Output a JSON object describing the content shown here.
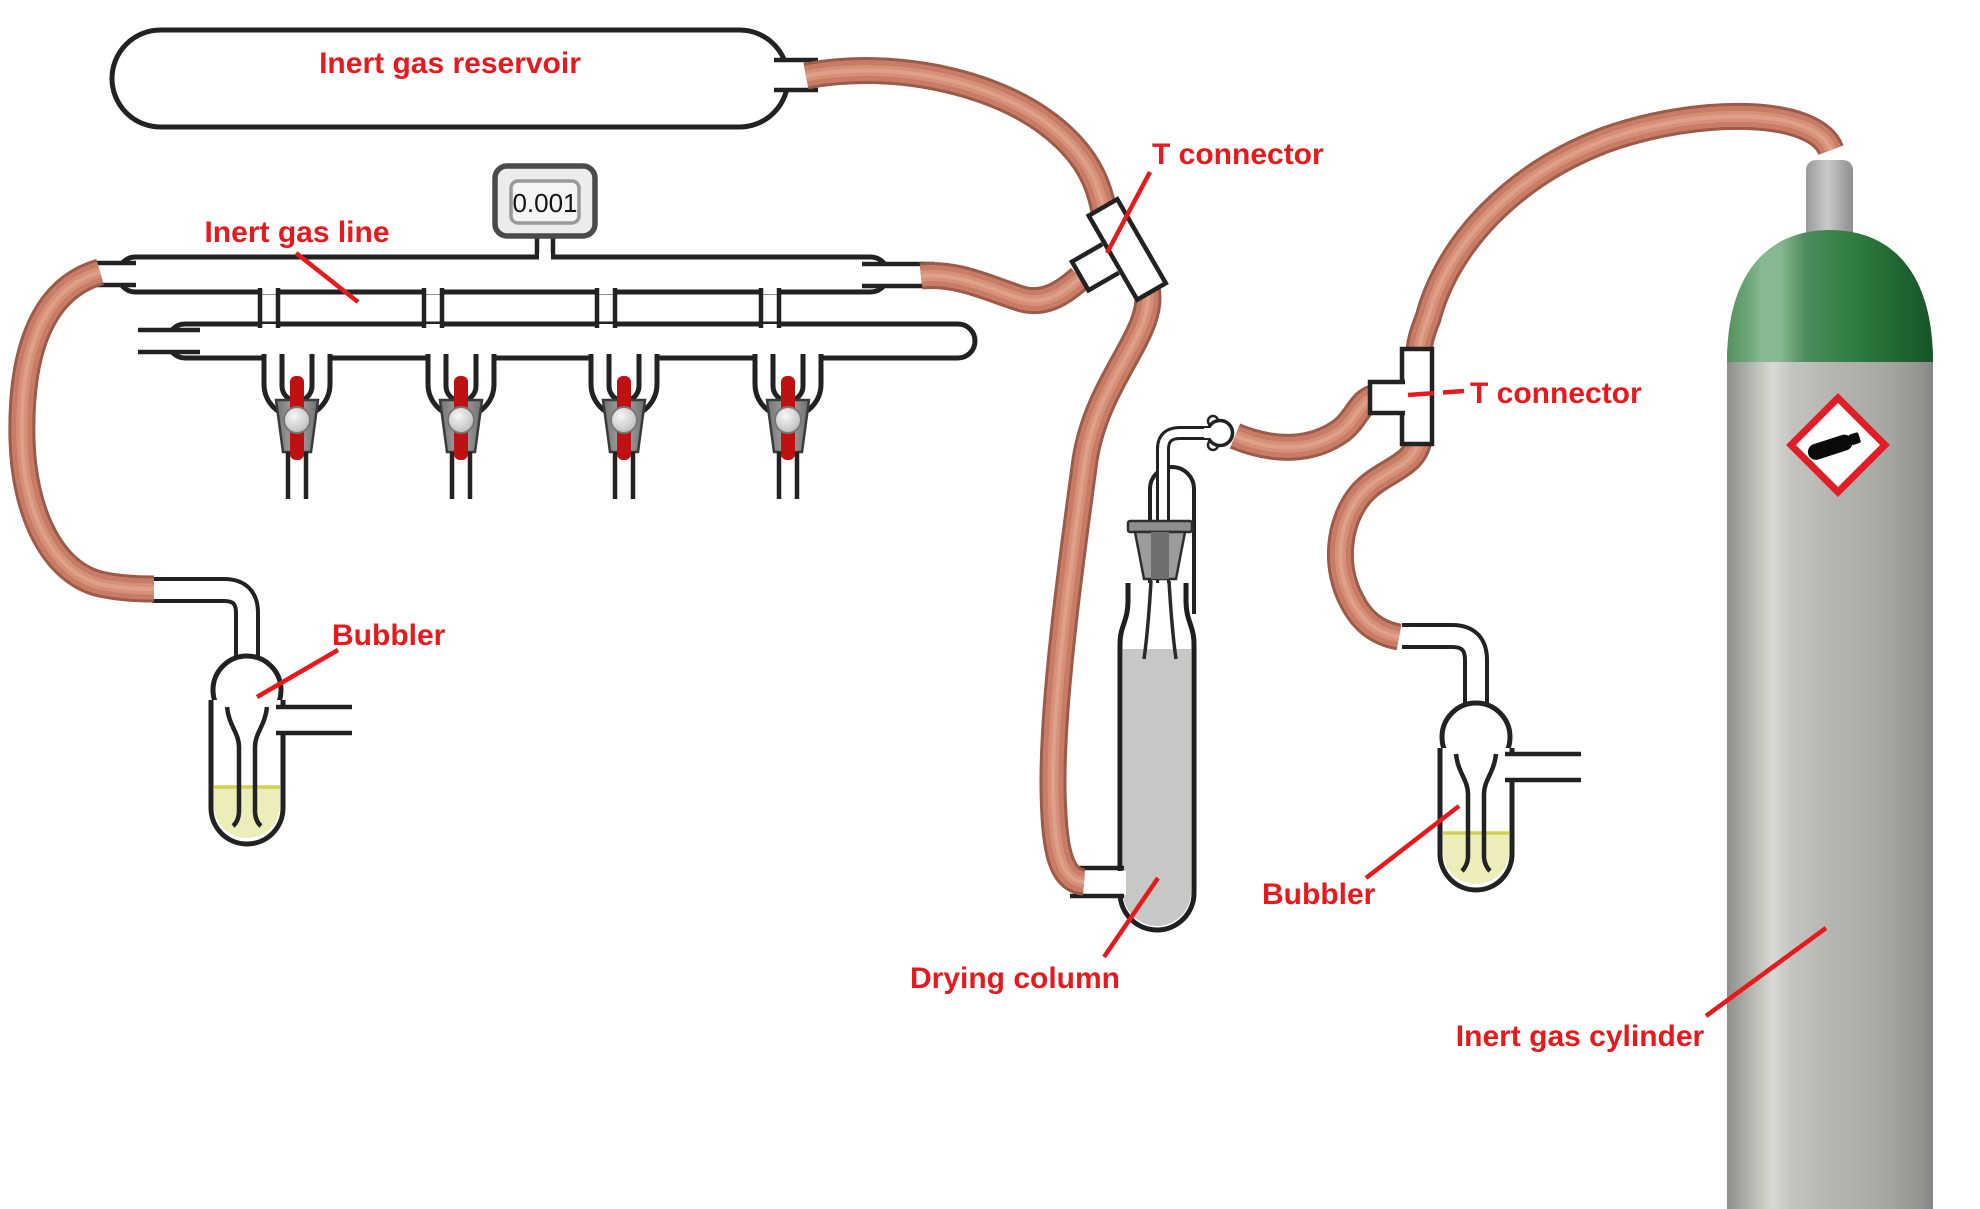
{
  "diagram": {
    "description": "Schlenk-type inert gas line schematic",
    "labels": {
      "reservoir": "Inert gas reservoir",
      "gas_line": "Inert gas line",
      "t_connector_top": "T connector",
      "t_connector_right": "T connector",
      "bubbler_left": "Bubbler",
      "bubbler_right": "Bubbler",
      "drying_column": "Drying column",
      "cylinder": "Inert gas cylinder"
    },
    "gauge": {
      "reading": "0.001"
    },
    "counts": {
      "manifold_outlets": 4,
      "stopcocks": 4,
      "bubblers": 2,
      "t_connectors": 2
    },
    "icons": {
      "hazard_pictogram": "ghs-compressed-gas-icon"
    },
    "colors": {
      "label_red": "#e8191d",
      "tubing_salmon": "#c87c66",
      "tubing_edge": "#9d5a48",
      "glass_outline": "#222222",
      "cylinder_green": "#2e7d3f",
      "cylinder_gray": "#b5b5b1",
      "stopcock_red": "#bf1012",
      "bubbler_liquid_yellow": "#ededba",
      "column_packing_gray": "#c7c7c5",
      "hazard_border_red": "#e11d25"
    }
  }
}
